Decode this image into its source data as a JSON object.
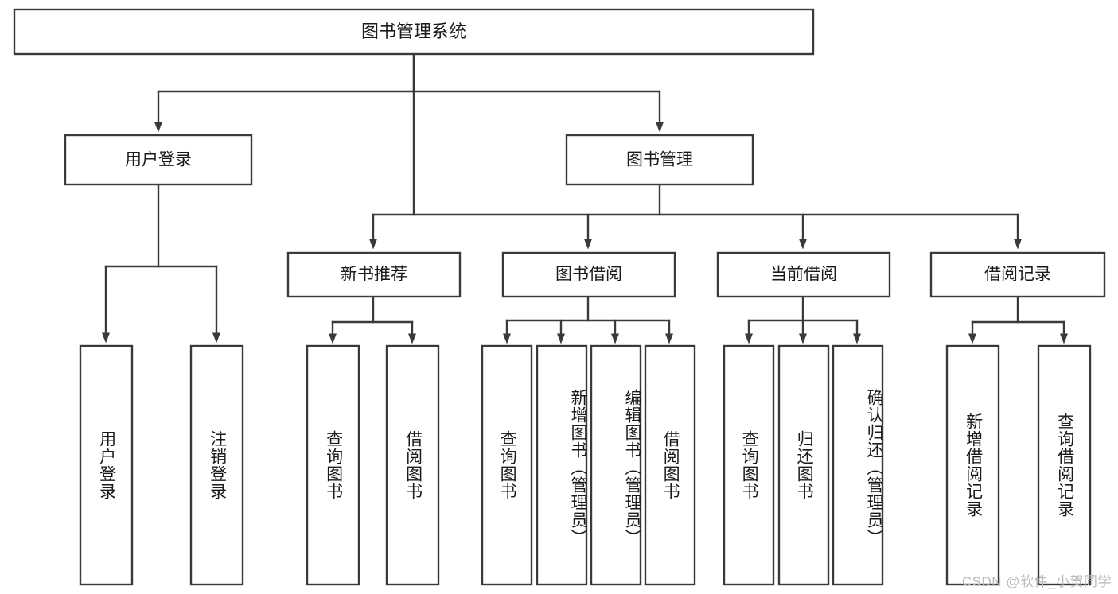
{
  "diagram": {
    "title": "图书管理系统",
    "type": "hierarchy-tree",
    "levels": 4,
    "root": {
      "id": "root",
      "label": "图书管理系统",
      "orientation": "horizontal"
    },
    "level2": [
      {
        "id": "user-login",
        "label": "用户登录",
        "orientation": "horizontal"
      },
      {
        "id": "book-management",
        "label": "图书管理",
        "orientation": "horizontal"
      }
    ],
    "level3": [
      {
        "id": "new-book-recommend",
        "label": "新书推荐",
        "orientation": "horizontal",
        "parent": "book-management"
      },
      {
        "id": "book-borrow",
        "label": "图书借阅",
        "orientation": "horizontal",
        "parent": "book-management"
      },
      {
        "id": "current-borrow",
        "label": "当前借阅",
        "orientation": "horizontal",
        "parent": "book-management"
      },
      {
        "id": "borrow-record",
        "label": "借阅记录",
        "orientation": "horizontal",
        "parent": "book-management"
      }
    ],
    "leaves": [
      {
        "id": "leaf-user-login",
        "label": "用户登录",
        "orientation": "vertical",
        "parent": "user-login"
      },
      {
        "id": "leaf-logout-login",
        "label": "注销登录",
        "orientation": "vertical",
        "parent": "user-login"
      },
      {
        "id": "leaf-query-book-1",
        "label": "查询图书",
        "orientation": "vertical",
        "parent": "new-book-recommend"
      },
      {
        "id": "leaf-borrow-book-1",
        "label": "借阅图书",
        "orientation": "vertical",
        "parent": "new-book-recommend"
      },
      {
        "id": "leaf-query-book-2",
        "label": "查询图书",
        "orientation": "vertical",
        "parent": "book-borrow"
      },
      {
        "id": "leaf-add-book",
        "label": "新增图书（管理员）",
        "orientation": "vertical",
        "parent": "book-borrow"
      },
      {
        "id": "leaf-edit-book",
        "label": "编辑图书（管理员）",
        "orientation": "vertical",
        "parent": "book-borrow"
      },
      {
        "id": "leaf-borrow-book-2",
        "label": "借阅图书",
        "orientation": "vertical",
        "parent": "book-borrow"
      },
      {
        "id": "leaf-query-book-3",
        "label": "查询图书",
        "orientation": "vertical",
        "parent": "current-borrow"
      },
      {
        "id": "leaf-return-book",
        "label": "归还图书",
        "orientation": "vertical",
        "parent": "current-borrow"
      },
      {
        "id": "leaf-confirm-return",
        "label": "确认归还（管理员）",
        "orientation": "vertical",
        "parent": "current-borrow"
      },
      {
        "id": "leaf-add-borrow-record",
        "label": "新增借阅记录",
        "orientation": "vertical",
        "parent": "borrow-record"
      },
      {
        "id": "leaf-query-borrow-record",
        "label": "查询借阅记录",
        "orientation": "vertical",
        "parent": "borrow-record"
      }
    ]
  },
  "watermark": {
    "text": "CSDN @软件_小贺同学"
  },
  "colors": {
    "stroke": "#3a3a3a",
    "box_fill": "#ffffff",
    "text": "#1b1b1b",
    "background": "#ffffff",
    "watermark": "#b9b9b9"
  }
}
